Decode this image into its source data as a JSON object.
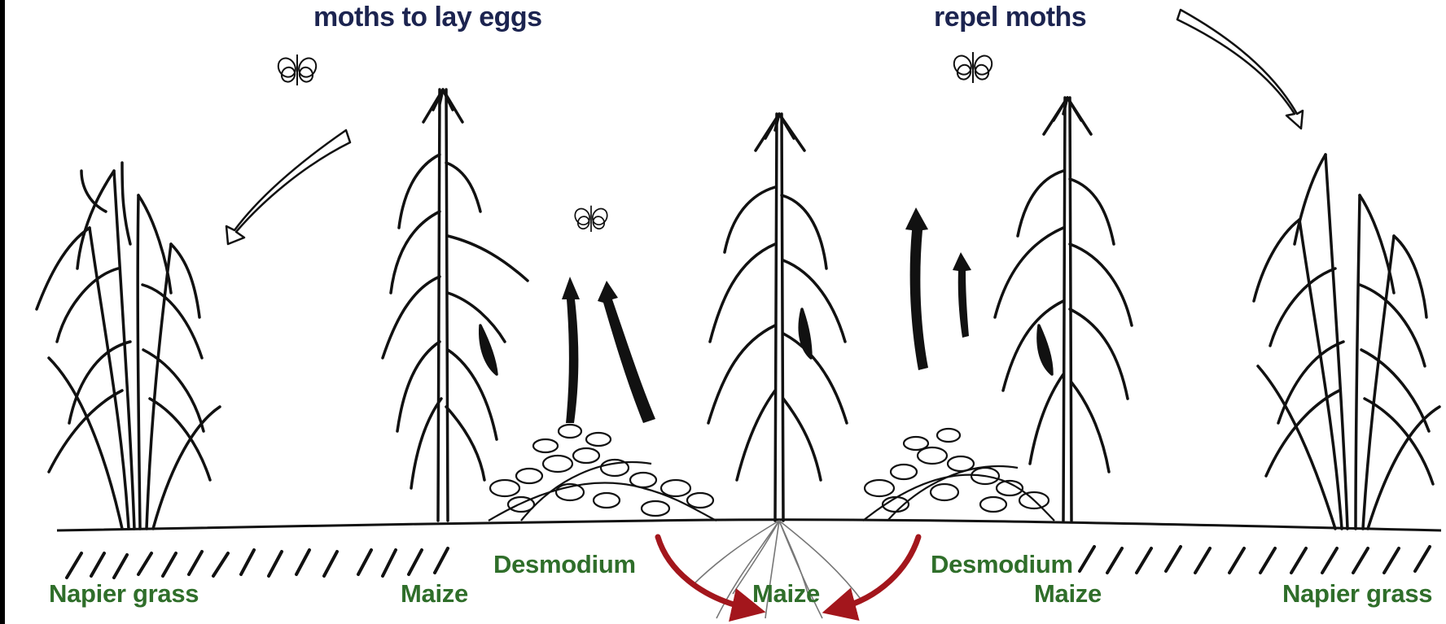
{
  "top_labels": {
    "left": "moths to lay eggs",
    "right": "repel moths"
  },
  "plant_labels": {
    "napier_left": "Napier grass",
    "maize_left": "Maize",
    "desmodium_left": "Desmodium",
    "maize_center": "Maize",
    "desmodium_right": "Desmodium",
    "maize_right": "Maize",
    "napier_right": "Napier grass"
  },
  "colors": {
    "top_text": "#1c2450",
    "label_green": "#2f6e2a",
    "root_arrow_red": "#a3161c",
    "ink": "#111111"
  }
}
